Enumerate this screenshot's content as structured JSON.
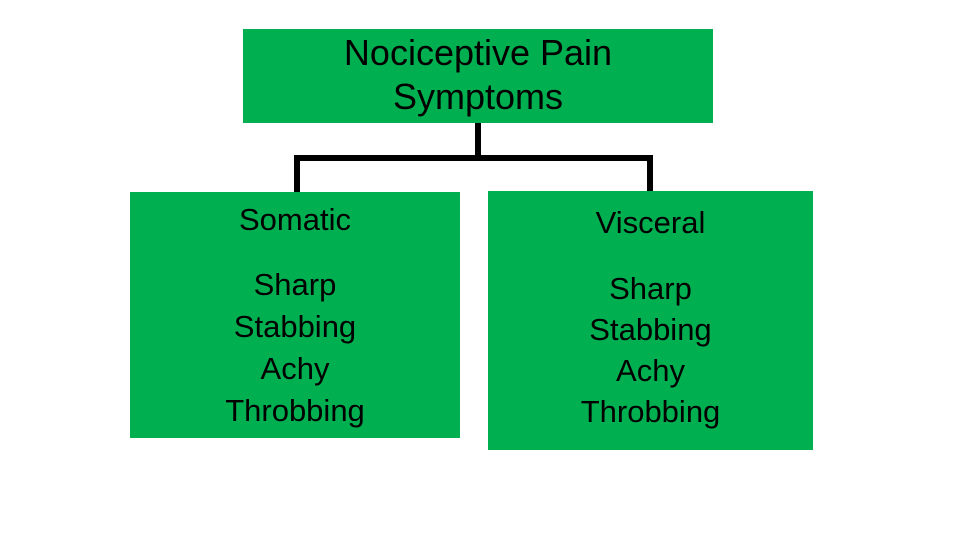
{
  "theme": {
    "box_fill": "#00B050",
    "connector_color": "#000000",
    "text_color": "#000000",
    "slide_bg": "#FFFFFF"
  },
  "diagram": {
    "type": "hierarchy",
    "root": {
      "label": "Nociceptive Pain Symptoms"
    },
    "children": [
      {
        "title": "Somatic",
        "items": [
          "Sharp",
          "Stabbing",
          "Achy",
          "Throbbing"
        ]
      },
      {
        "title": "Visceral",
        "items": [
          "Sharp",
          "Stabbing",
          "Achy",
          "Throbbing"
        ]
      }
    ]
  }
}
